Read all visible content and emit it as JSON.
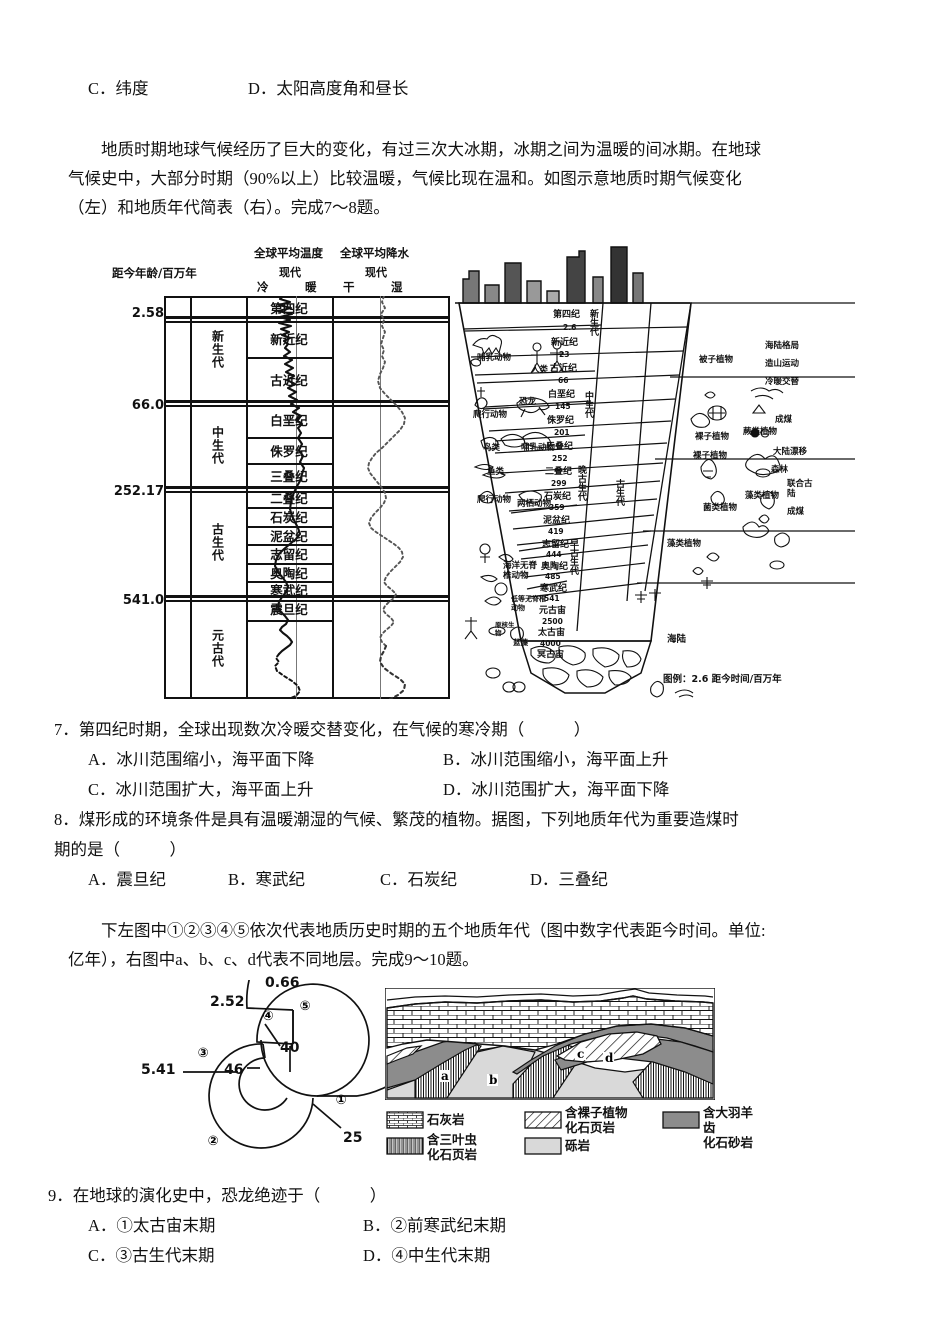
{
  "q6_options": {
    "c": "C．纬度",
    "d": "D．太阳高度角和昼长"
  },
  "intro78": {
    "line1": "　　地质时期地球气候经历了巨大的变化，有过三次大冰期，冰期之间为温暖的间冰期。在地球",
    "line2": "气候史中，大部分时期（90%以上）比较温暖，气候比现在温和。如图示意地质时期气候变化",
    "line3": "（左）和地质年代简表（右）。完成7～8题。"
  },
  "geochart": {
    "axis_label": "距今年龄/百万年",
    "header_temp": "全球平均温度",
    "header_prec": "全球平均降水",
    "modern_temp": "现代",
    "modern_prec": "现代",
    "cold": "冷",
    "warm": "暖",
    "dry": "干",
    "wet": "湿",
    "ages": [
      "2.58",
      "66.0",
      "252.17",
      "541.0"
    ],
    "eras": [
      "新生代",
      "中生代",
      "古生代",
      "元古代"
    ],
    "periods": [
      "第四纪",
      "新近纪",
      "古近纪",
      "白垩纪",
      "侏罗纪",
      "三叠纪",
      "二叠纪",
      "石炭纪",
      "泥盆纪",
      "志留纪",
      "奥陶纪",
      "寒武纪",
      "震旦纪"
    ]
  },
  "pyramid": {
    "periods": [
      "第四纪",
      "新近纪",
      "古近纪",
      "白垩纪",
      "侏罗纪",
      "三叠纪",
      "二叠纪",
      "石炭纪",
      "泥盆纪",
      "志留纪",
      "奥陶纪",
      "寒武纪",
      "元古宙",
      "太古宙",
      "冥古宙"
    ],
    "ages": [
      "2.6",
      "23",
      "66",
      "145",
      "201",
      "252",
      "299",
      "359",
      "419",
      "444",
      "485",
      "541",
      "2500",
      "4000"
    ],
    "eras": [
      "新生代",
      "中生代",
      "晚古生代",
      "早古生代",
      "古生代"
    ],
    "fauna": [
      "哺乳动物",
      "人类",
      "恐龙",
      "爬行动物",
      "鸟类",
      "哺乳动物",
      "鱼类",
      "爬行动物",
      "两栖动物",
      "海洋无脊椎动物",
      "低等无脊椎动物",
      "蓝藻",
      "原核生物"
    ],
    "flora": [
      "被子植物",
      "裸子植物",
      "蕨类植物",
      "裸子植物",
      "藻类植物",
      "菌类植物",
      "藻类植物"
    ],
    "events": [
      "海陆格局",
      "造山运动",
      "冷暖交替",
      "成煤",
      "大陆漂移",
      "森林",
      "联合古陆",
      "成煤",
      "海陆"
    ],
    "note": "图例：2.6 距今时间/百万年"
  },
  "q7": {
    "stem": "7．第四纪时期，全球出现数次冷暖交替变化，在气候的寒冷期（　　　）",
    "a": "A．冰川范围缩小，海平面下降",
    "b": "B．冰川范围缩小，海平面上升",
    "c": "C．冰川范围扩大，海平面上升",
    "d": "D．冰川范围扩大，海平面下降"
  },
  "q8": {
    "stem1": "8．煤形成的环境条件是具有温暖潮湿的气候、繁茂的植物。据图，下列地质年代为重要造煤时",
    "stem2": "期的是（　　　）",
    "a": "A．震旦纪",
    "b": "B．寒武纪",
    "c": "C．石炭纪",
    "d": "D．三叠纪"
  },
  "intro910": {
    "line1": "　　下左图中①②③④⑤依次代表地质历史时期的五个地质年代（图中数字代表距今时间。单位:",
    "line2": "亿年），右图中a、b、c、d代表不同地层。完成9～10题。"
  },
  "spiral": {
    "labels": [
      "0.66",
      "2.52",
      "5.41",
      "40",
      "46",
      "25"
    ],
    "markers": [
      "①",
      "②",
      "③",
      "④",
      "⑤"
    ]
  },
  "xsection": {
    "layers": [
      "a",
      "b",
      "c",
      "d"
    ],
    "legend": [
      {
        "name": "石灰岩",
        "pattern": "brick"
      },
      {
        "name": "含三叶虫\n化石页岩",
        "pattern": "vertical"
      },
      {
        "name": "含裸子植物\n化石页岩",
        "pattern": "diagonal"
      },
      {
        "name": "砾岩",
        "pattern": "lightgray"
      },
      {
        "name": "含大羽羊齿\n化石砂岩",
        "pattern": "darkgray"
      }
    ]
  },
  "q9": {
    "stem": "9．在地球的演化史中，恐龙绝迹于（　　　）",
    "a": "A．①太古宙末期",
    "b": "B．②前寒武纪末期",
    "c": "C．③古生代末期",
    "d": "D．④中生代末期"
  }
}
